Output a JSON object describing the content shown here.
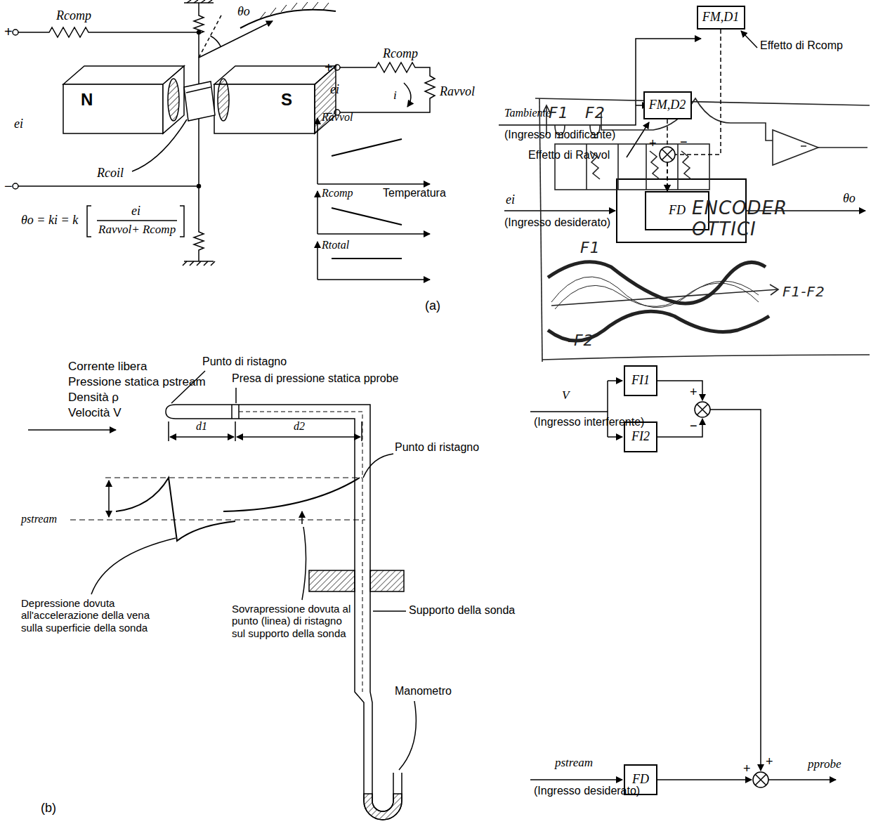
{
  "diagram": {
    "nodes": [
      {
        "text": [
          "FM,D1"
        ]
      },
      {
        "text": [
          "FM,D2"
        ]
      },
      {
        "text": [
          "FD"
        ]
      },
      {
        "text": [
          "FI1"
        ]
      },
      {
        "text": [
          "FI2"
        ]
      },
      {
        "text": [
          "FD"
        ]
      }
    ],
    "edges": [
      {
        "from": 0,
        "to": 2,
        "arrow": "to"
      },
      {
        "from": 1,
        "to": 2,
        "arrow": "to"
      }
    ],
    "labels": [
      "Rcomp",
      "+",
      "θo",
      "N",
      "S",
      "ei",
      "Rcoil",
      "−",
      "θo = ki = k",
      "ei",
      "Ravvol+ Rcomp",
      "+",
      "Rcomp",
      "ei",
      "i",
      "Ravvol",
      "−",
      "Ravvol",
      "Temperatura",
      "Rcomp",
      "Rtotal",
      "(a)",
      "Tambiente",
      "(Ingresso modificante)",
      "Effetto di Rcomp",
      "Effetto di Ravvol",
      "+",
      "−",
      "ei",
      "(Ingresso desiderato)",
      "θo",
      "Corrente libera",
      "Pressione statica pstream",
      "Densità ρ",
      "Velocità V",
      "Punto di ristagno",
      "Presa di pressione statica pprobe",
      "d1",
      "d2",
      "Punto di ristagno",
      "pstream",
      "Depressione dovuta all'accelerazione della vena sulla superficie della sonda",
      "Sovrapressione dovuta al punto (linea) di ristagno sul supporto della sonda",
      "Supporto della sonda",
      "Manometro",
      "(b)",
      "F1",
      "F2",
      "ENCODER OTTICI",
      "F1",
      "F1-F2",
      "-F2",
      "V",
      "(Ingresso interferente)",
      "+",
      "−",
      "pstream",
      "(Ingresso desiderato)",
      "+",
      "+",
      "pprobe"
    ]
  }
}
